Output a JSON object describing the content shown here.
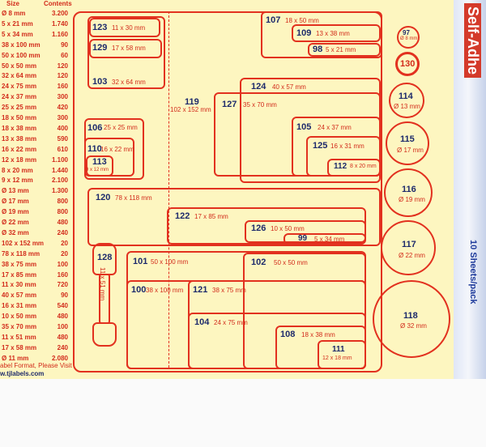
{
  "sizes_table": {
    "header": [
      "Size",
      "Contents"
    ],
    "rows": [
      [
        "Ø 8 mm",
        "3.200"
      ],
      [
        "5 x 21 mm",
        "1.740"
      ],
      [
        "5 x 34 mm",
        "1.160"
      ],
      [
        "38 x 100 mm",
        "90"
      ],
      [
        "50 x 100 mm",
        "60"
      ],
      [
        "50 x 50 mm",
        "120"
      ],
      [
        "32 x 64 mm",
        "120"
      ],
      [
        "24 x 75 mm",
        "160"
      ],
      [
        "24 x 37 mm",
        "300"
      ],
      [
        "25 x 25 mm",
        "420"
      ],
      [
        "18 x 50 mm",
        "300"
      ],
      [
        "18 x 38 mm",
        "400"
      ],
      [
        "13 x 38 mm",
        "590"
      ],
      [
        "16 x 22 mm",
        "610"
      ],
      [
        "12 x 18 mm",
        "1.100"
      ],
      [
        "8 x 20 mm",
        "1.440"
      ],
      [
        "9 x 12 mm",
        "2.100"
      ],
      [
        "Ø 13 mm",
        "1.300"
      ],
      [
        "Ø 17 mm",
        "800"
      ],
      [
        "Ø 19 mm",
        "800"
      ],
      [
        "Ø 22 mm",
        "480"
      ],
      [
        "Ø 32 mm",
        "240"
      ],
      [
        "102 x 152 mm",
        "20"
      ],
      [
        "78 x 118 mm",
        "20"
      ],
      [
        "38 x 75 mm",
        "100"
      ],
      [
        "17 x 85 mm",
        "160"
      ],
      [
        "11 x 30 mm",
        "720"
      ],
      [
        "40 x 57 mm",
        "90"
      ],
      [
        "16 x 31 mm",
        "540"
      ],
      [
        "10 x 50 mm",
        "480"
      ],
      [
        "35 x 70 mm",
        "100"
      ],
      [
        "11 x 51 mm",
        "480"
      ],
      [
        "17 x 58 mm",
        "240"
      ],
      [
        "Ø 11 mm",
        "2.080"
      ]
    ]
  },
  "footer_lines": [
    "abel Format, Please Visit",
    "w.tjlabels.com"
  ],
  "labels": {
    "l123": {
      "num": "123",
      "dim": "11 x 30 mm"
    },
    "l129": {
      "num": "129",
      "dim": "17 x 58 mm"
    },
    "l103": {
      "num": "103",
      "dim": "32 x 64 mm"
    },
    "l107": {
      "num": "107",
      "dim": "18 x 50 mm"
    },
    "l109": {
      "num": "109",
      "dim": "13 x 38 mm"
    },
    "l98": {
      "num": "98",
      "dim": "5 x 21 mm"
    },
    "l97": {
      "num": "97",
      "dim": "Ø 8 mm"
    },
    "l130": {
      "num": "130"
    },
    "l124": {
      "num": "124",
      "dim": "40 x 57 mm"
    },
    "l119": {
      "num": "119",
      "dim": "102 x 152 mm"
    },
    "l127": {
      "num": "127",
      "dim": "35 x 70 mm"
    },
    "l114": {
      "num": "114",
      "dim": "Ø 13 mm"
    },
    "l106": {
      "num": "106",
      "dim": "25 x 25 mm"
    },
    "l110": {
      "num": "110",
      "dim": "16 x 22 mm"
    },
    "l113": {
      "num": "113",
      "dim": "9 x 12 mm"
    },
    "l105": {
      "num": "105",
      "dim": "24 x 37 mm"
    },
    "l125": {
      "num": "125",
      "dim": "16 x 31 mm"
    },
    "l112": {
      "num": "112",
      "dim": "8 x 20 mm"
    },
    "l115": {
      "num": "115",
      "dim": "Ø 17 mm"
    },
    "l116": {
      "num": "116",
      "dim": "Ø 19 mm"
    },
    "l120": {
      "num": "120",
      "dim": "78 x 118 mm"
    },
    "l122": {
      "num": "122",
      "dim": "17 x 85 mm"
    },
    "l126": {
      "num": "126",
      "dim": "10 x 50 mm"
    },
    "l99": {
      "num": "99",
      "dim": "5 x 34 mm"
    },
    "l117": {
      "num": "117",
      "dim": "Ø 22 mm"
    },
    "l128": {
      "num": "128",
      "dim": "11 x 51 mm"
    },
    "l101": {
      "num": "101",
      "dim": "50 x 100 mm"
    },
    "l102": {
      "num": "102",
      "dim": "50 x 50 mm"
    },
    "l100": {
      "num": "100",
      "dim": "38 x 100 mm"
    },
    "l121": {
      "num": "121",
      "dim": "38 x 75 mm"
    },
    "l104": {
      "num": "104",
      "dim": "24 x 75 mm"
    },
    "l118": {
      "num": "118",
      "dim": "Ø 32 mm"
    },
    "l108": {
      "num": "108",
      "dim": "18 x 38 mm"
    },
    "l111": {
      "num": "111",
      "dim": "12 x 18 mm"
    }
  },
  "package": {
    "brand_text": "Self-Adhe",
    "pack_text": "10 Sheets/pack"
  },
  "colors": {
    "sheet": "#fdf6c0",
    "outline": "#e2311f",
    "number": "#1d2a6b",
    "text": "#d22b1b"
  }
}
